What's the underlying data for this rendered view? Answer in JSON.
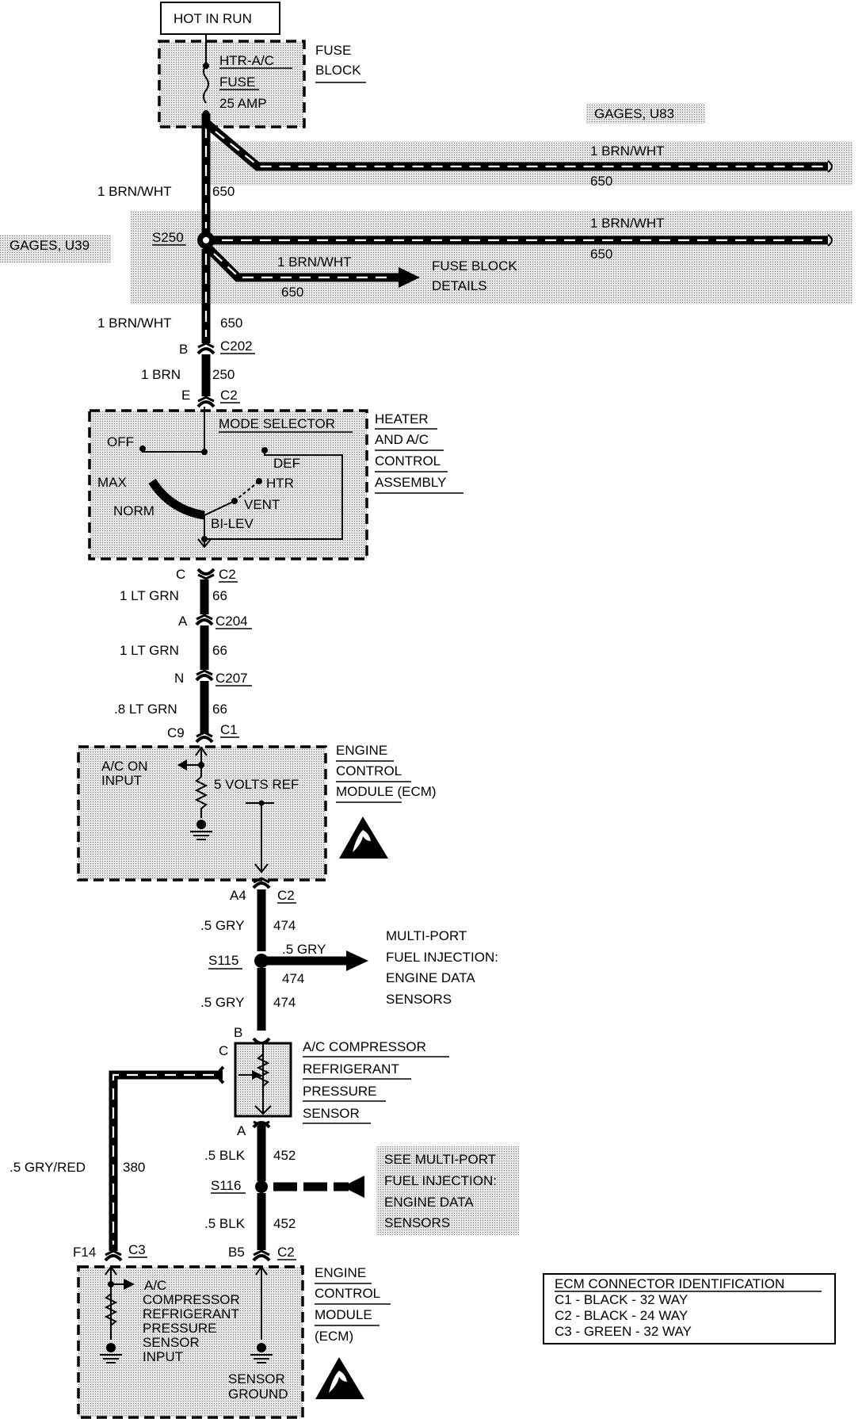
{
  "power": {
    "hot_in_run": "HOT IN RUN"
  },
  "fuse_block": {
    "title_1": "FUSE",
    "title_2": "BLOCK",
    "fuse_1": "HTR-A/C",
    "fuse_2": "FUSE",
    "fuse_3": "25 AMP"
  },
  "option_u83": "GAGES, U83",
  "option_u39": "GAGES, U39",
  "wires": {
    "main_top_gauge": "1 BRN/WHT",
    "main_top_circuit": "650",
    "branch_u83_gauge": "1 BRN/WHT",
    "branch_u83_circuit": "650",
    "branch_u39_gauge": "1 BRN/WHT",
    "branch_u39_circuit": "650",
    "branch_fb_gauge": "1 BRN/WHT",
    "branch_fb_circuit": "650",
    "below_s250_gauge": "1 BRN/WHT",
    "below_s250_circuit": "650",
    "c202_c2_gauge": "1 BRN",
    "c202_c2_circuit": "250",
    "c2_c204_gauge": "1 LT GRN",
    "c2_c204_circuit": "66",
    "c204_c207_gauge": "1 LT GRN",
    "c204_c207_circuit": "66",
    "c207_ecm_gauge": ".8 LT GRN",
    "c207_ecm_circuit": "66",
    "ecm_s115_gauge": ".5 GRY",
    "ecm_s115_circuit": "474",
    "s115_branch_gauge": ".5 GRY",
    "s115_branch_circuit": "474",
    "s115_sensor_gauge": ".5 GRY",
    "s115_sensor_circuit": "474",
    "sensor_s116_gauge": ".5 BLK",
    "sensor_s116_circuit": "452",
    "s116_ecm_gauge": ".5 BLK",
    "s116_ecm_circuit": "452",
    "signal_gauge": ".5 GRY/RED",
    "signal_circuit": "380"
  },
  "splices": {
    "s250": "S250",
    "s115": "S115",
    "s116": "S116"
  },
  "fuse_block_details": {
    "line_1": "FUSE BLOCK",
    "line_2": "DETAILS"
  },
  "connectors": {
    "c202_pin": "B",
    "c202_name": "C202",
    "c2_top_pin": "E",
    "c2_top_name": "C2",
    "c2_bottom_pin": "C",
    "c2_bottom_name": "C2",
    "c204_pin": "A",
    "c204_name": "C204",
    "c207_pin": "N",
    "c207_name": "C207",
    "ecm_c1_pin": "C9",
    "ecm_c1_name": "C1",
    "ecm_c2_pin": "A4",
    "ecm_c2_name": "C2",
    "sensor_b_pin": "B",
    "sensor_c_pin": "C",
    "sensor_a_pin": "A",
    "ecm_f14_pin": "F14",
    "ecm_c3_name": "C3",
    "ecm_b5_pin": "B5",
    "ecm_c2b_name": "C2"
  },
  "hvac_control": {
    "title_1": "HEATER",
    "title_2": "AND A/C",
    "title_3": "CONTROL",
    "title_4": "ASSEMBLY",
    "mode_selector": "MODE SELECTOR",
    "positions": {
      "off": "OFF",
      "max": "MAX",
      "norm": "NORM",
      "bilev": "BI-LEV",
      "vent": "VENT",
      "htr": "HTR",
      "def": "DEF"
    }
  },
  "ecm_top": {
    "title_1": "ENGINE",
    "title_2": "CONTROL",
    "title_3": "MODULE (ECM)",
    "ac_on_1": "A/C  ON",
    "ac_on_2": "INPUT",
    "volts_ref": "5 VOLTS REF"
  },
  "mpfi_branch": {
    "line_1": "MULTI-PORT",
    "line_2": "FUEL INJECTION:",
    "line_3": "ENGINE DATA",
    "line_4": "SENSORS"
  },
  "pressure_sensor": {
    "title_1": "A/C COMPRESSOR",
    "title_2": "REFRIGERANT",
    "title_3": "PRESSURE",
    "title_4": "SENSOR"
  },
  "see_mpfi": {
    "line_1": "SEE MULTI-PORT",
    "line_2": "FUEL INJECTION:",
    "line_3": "ENGINE DATA",
    "line_4": "SENSORS"
  },
  "ecm_bottom": {
    "title_1": "ENGINE",
    "title_2": "CONTROL",
    "title_3": "MODULE",
    "title_4": "(ECM)",
    "input_1": "A/C",
    "input_2": "COMPRESSOR",
    "input_3": "REFRIGERANT",
    "input_4": "PRESSURE",
    "input_5": "SENSOR",
    "input_6": "INPUT",
    "ground_1": "SENSOR",
    "ground_2": "GROUND"
  },
  "ecm_connector_id": {
    "title": "ECM CONNECTOR IDENTIFICATION",
    "rows": [
      "C1 - BLACK - 32 WAY",
      "C2 - BLACK - 24 WAY",
      "C3 - GREEN - 32 WAY"
    ]
  }
}
